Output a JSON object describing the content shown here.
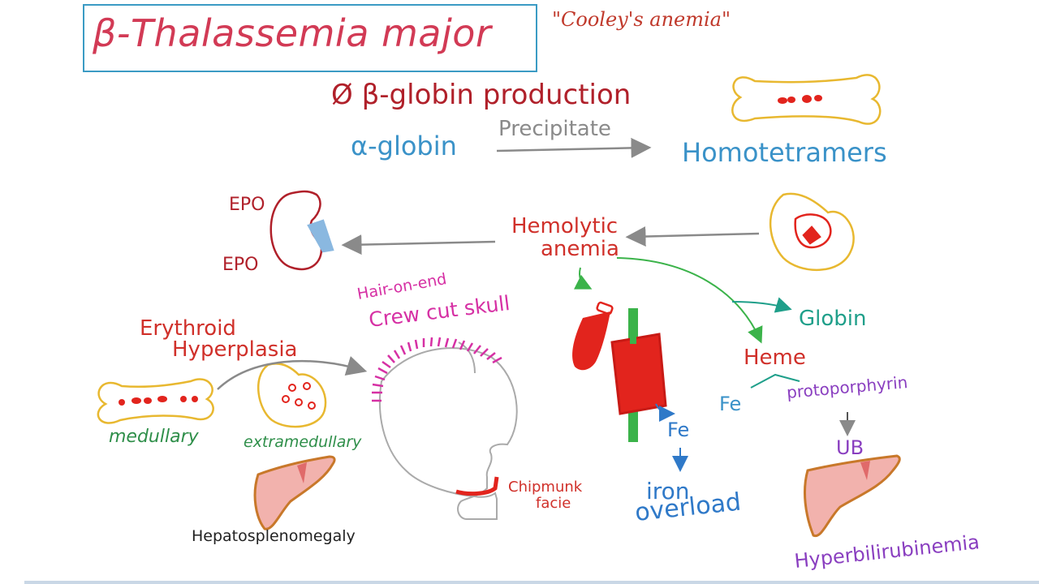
{
  "title": "β-Thalassemia major",
  "subtitle": "\"Cooley's anemia\"",
  "top_row": {
    "no_beta": "Ø β-globin production",
    "alpha": "α-globin",
    "precipitate": "Precipitate",
    "homotetramers": "Homotetramers"
  },
  "kidney": {
    "epo_top": "EPO",
    "epo_bottom": "EPO"
  },
  "center": {
    "hemolytic_line1": "Hemolytic",
    "hemolytic_line2": "anemia"
  },
  "left": {
    "erythroid_line1": "Erythroid",
    "erythroid_line2": "Hyperplasia",
    "medullary": "medullary",
    "extramedullary": "extramedullary",
    "hepatosplenomegaly": "Hepatosplenomegaly"
  },
  "skull": {
    "hair_on_end": "Hair-on-end",
    "crew_cut": "Crew cut skull",
    "chipmunk_line1": "Chipmunk",
    "chipmunk_line2": "facie"
  },
  "transfusion": {
    "fe": "Fe",
    "iron_line1": "iron",
    "iron_line2": "overload"
  },
  "right": {
    "globin": "Globin",
    "heme": "Heme",
    "fe": "Fe",
    "protoporphyrin": "protoporphyrin",
    "ub": "UB",
    "hyperbilirubinemia": "Hyperbilirubinemia"
  },
  "colors": {
    "title": "#d23a55",
    "border": "#3b9bc4",
    "bone": "#e8b830",
    "liver_fill": "#f2b2ad",
    "liver_stroke": "#c8782a",
    "blood": "#e2241d",
    "arrow_gray": "#8a8a8a",
    "arrow_green": "#3bb34a"
  }
}
